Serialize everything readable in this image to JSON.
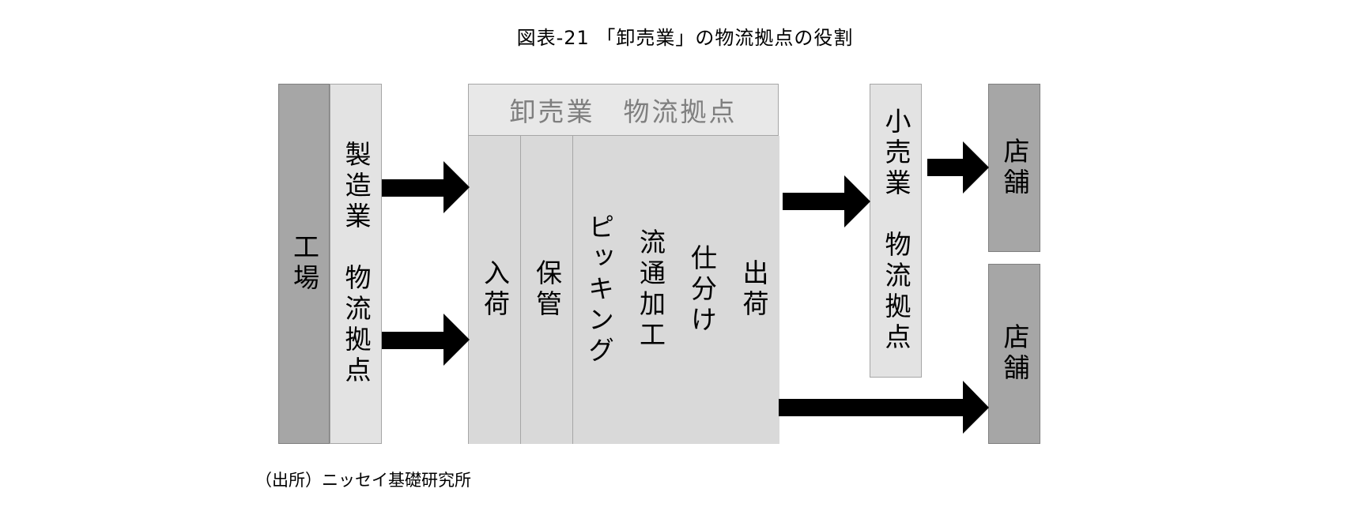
{
  "title": "図表-21 「卸売業」の物流拠点の役割",
  "source": "（出所）ニッセイ基礎研究所",
  "factory_label": "工場",
  "manufacturer_label": "製造業　物流拠点",
  "wholesale": {
    "header": "卸売業　物流拠点",
    "steps": [
      "入荷",
      "保管",
      "ピッキング",
      "流通加工",
      "仕分け",
      "出荷"
    ]
  },
  "retail_label": "小売業　物流拠点",
  "store_top": "店舗",
  "store_bottom": "店舗"
}
